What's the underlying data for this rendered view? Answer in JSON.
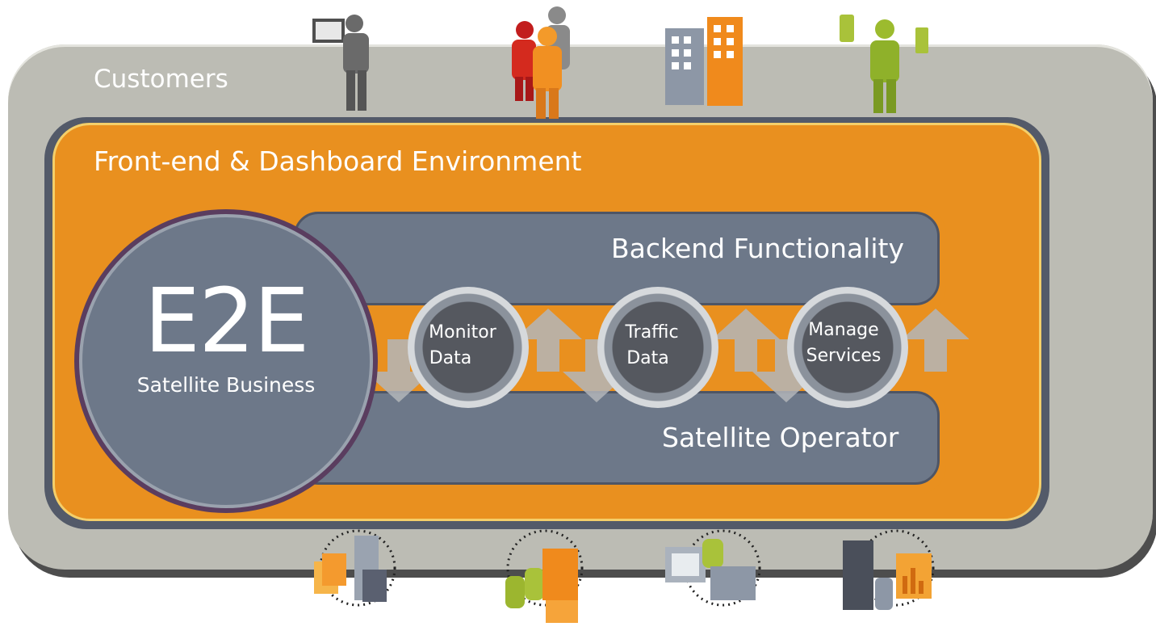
{
  "layers": {
    "customers": "Customers",
    "frontend": "Front-end & Dashboard Environment",
    "backend": "Backend Functionality",
    "operator": "Satellite Operator"
  },
  "core": {
    "title": "E2E",
    "subtitle": "Satellite Business"
  },
  "services": [
    {
      "line1": "Monitor",
      "line2": "Data"
    },
    {
      "line1": "Traffic",
      "line2": "Data"
    },
    {
      "line1": "Manage",
      "line2": "Services"
    }
  ],
  "icons": {
    "customer_groups": [
      "person-laptop-icon",
      "people-group-icon",
      "buildings-icon",
      "person-mobile-icon"
    ],
    "infrastructure": [
      "documents-server-icon",
      "databases-server-icon",
      "computer-folder-icon",
      "server-chart-icon"
    ]
  },
  "colors": {
    "gray_frame": "#bcbcb4",
    "orange": "#e9901f",
    "slate": "#6d7889",
    "dark_ring": "#55585f"
  }
}
